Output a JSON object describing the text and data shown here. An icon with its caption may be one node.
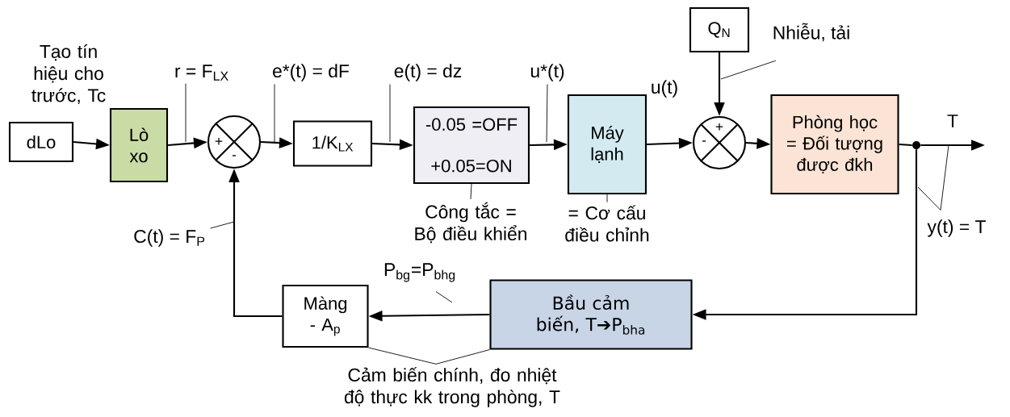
{
  "diagram": {
    "nodes": [
      {
        "text": [
          "dLo"
        ]
      },
      {
        "text": [
          "Lò xo"
        ],
        "beside": [
          "Tạo tín hiệu cho trước, Tc"
        ]
      },
      {
        "text": [
          "+",
          "-"
        ]
      },
      {
        "text": [
          "1/K$_{LX}$"
        ]
      },
      {
        "text": [
          "-0.05 =OFF",
          "+0.05=ON"
        ]
      },
      {
        "text": [
          "Máy lạnh"
        ]
      },
      {
        "text": [
          "Q$_{N}$"
        ]
      },
      {
        "text": [
          "+",
          "-"
        ]
      },
      {
        "text": [
          "Phòng học = Đối tượng được đkh"
        ]
      },
      {
        "text": [],
        "shape": "circle"
      },
      {
        "text": [
          "Bầu cảm biến, T➔P$_{bha}$"
        ]
      },
      {
        "text": [
          "Màng",
          "- A$_{p}$"
        ]
      },
      {
        "text": [
          "r = F$_{LX}$"
        ]
      },
      {
        "text": [
          "e*(t) = dF"
        ]
      },
      {
        "text": [
          "e(t) = dz"
        ]
      },
      {
        "text": [
          "u*(t)"
        ]
      },
      {
        "text": [
          "Công tắc = Bộ điều khiển"
        ]
      },
      {
        "text": [
          "= Cơ cấu điều chỉnh"
        ]
      },
      {
        "text": [
          "Nhiễu, tải"
        ]
      },
      {
        "text": [
          "y(t) = T"
        ]
      },
      {
        "text": [
          "C(t) = F$_{P}$"
        ]
      },
      {
        "text": [
          "P$_{bg}$=P$_{bhg}$"
        ]
      },
      {
        "text": [
          "Cảm biến chính, đo nhiệt độ thực kk trong phòng, T"
        ]
      }
    ],
    "edges": [
      {
        "from": 0,
        "to": 1,
        "arrow": "to"
      },
      {
        "from": 1,
        "to": 2,
        "arrow": "to"
      },
      {
        "from": 2,
        "to": 3,
        "arrow": "to"
      },
      {
        "from": 3,
        "to": 4,
        "arrow": "to"
      },
      {
        "from": 4,
        "to": 5,
        "arrow": "to"
      },
      {
        "from": 5,
        "to": 7,
        "arrow": "to"
      },
      {
        "from": 6,
        "to": 7,
        "arrow": "to"
      },
      {
        "from": 7,
        "to": 8,
        "arrow": "to"
      },
      {
        "from": 8,
        "to": 9,
        "arrow": "none"
      },
      {
        "from": 9,
        "to": null,
        "arrow": "to",
        "label": "T"
      },
      {
        "from": 9,
        "to": 10,
        "arrow": "to"
      },
      {
        "from": 10,
        "to": 11,
        "arrow": "to"
      },
      {
        "from": 11,
        "to": 2,
        "arrow": "to"
      },
      {
        "from": 12,
        "to": null,
        "arrow": "none"
      },
      {
        "from": 13,
        "to": null,
        "arrow": "none"
      },
      {
        "from": 14,
        "to": null,
        "arrow": "none"
      },
      {
        "from": 15,
        "to": null,
        "arrow": "none"
      },
      {
        "from": 16,
        "to": 4,
        "arrow": "none"
      },
      {
        "from": 17,
        "to": 5,
        "arrow": "none"
      },
      {
        "from": 18,
        "to": null,
        "arrow": "none"
      },
      {
        "from": 19,
        "to": null,
        "arrow": "none"
      },
      {
        "from": 19,
        "to": null,
        "arrow": "none"
      },
      {
        "from": 20,
        "to": null,
        "arrow": "none"
      },
      {
        "from": 21,
        "to": null,
        "arrow": "none"
      },
      {
        "from": 22,
        "to": 11,
        "arrow": "none"
      },
      {
        "from": 22,
        "to": 10,
        "arrow": "none"
      }
    ],
    "labels": [
      "u(t)"
    ]
  }
}
